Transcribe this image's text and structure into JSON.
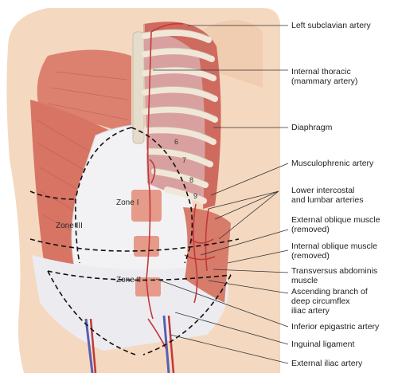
{
  "labels": {
    "left_subclavian": "Left subclavian artery",
    "internal_thoracic_1": "Internal thoracic",
    "internal_thoracic_2": "(mammary artery)",
    "diaphragm": "Diaphragm",
    "musculophrenic": "Musculophrenic artery",
    "lower_intercostal_1": "Lower intercostal",
    "lower_intercostal_2": "and lumbar arteries",
    "external_oblique_1": "External oblique muscle",
    "external_oblique_2": "(removed)",
    "internal_oblique_1": "Internal oblique muscle",
    "internal_oblique_2": "(removed)",
    "transversus_1": "Transversus abdominis",
    "transversus_2": "muscle",
    "ascending_1": "Ascending branch of",
    "ascending_2": "deep circumflex",
    "ascending_3": "iliac artery",
    "inferior_epigastric": "Inferior epigastric artery",
    "inguinal": "Inguinal ligament",
    "external_iliac": "External iliac artery"
  },
  "zones": {
    "zone_1": "Zone I",
    "zone_2": "Zone II",
    "zone_3": "Zone III"
  },
  "rib_numbers": [
    "6",
    "7",
    "8",
    "9"
  ],
  "colors": {
    "skin": "#f4d8c0",
    "muscle": "#d9786a",
    "fascia": "#f2f2f4",
    "artery": "#c3383a",
    "rib": "#f0e7d8",
    "vein": "#5a5fb0"
  }
}
